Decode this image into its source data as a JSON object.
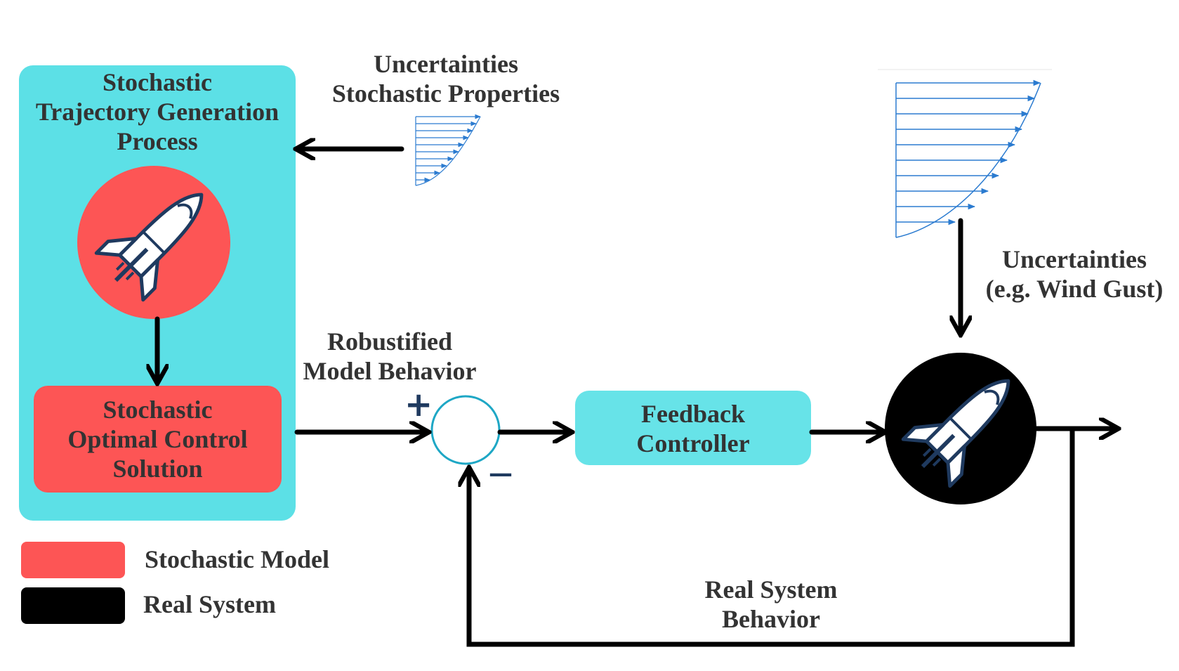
{
  "colors": {
    "cyan_panel": "#5ce0e6",
    "red_model": "#fd5555",
    "black_system": "#000000",
    "feedback_box": "#67e3e8",
    "arrow": "#000000",
    "text": "#333333",
    "wind_arrows": "#2b7bd0",
    "summing_circle": "#1ea7c5"
  },
  "panel": {
    "title_line1": "Stochastic",
    "title_line2": "Trajectory Generation",
    "title_line3": "Process"
  },
  "stochastic_solution": {
    "line1": "Stochastic",
    "line2": "Optimal Control",
    "line3": "Solution"
  },
  "uncertainty_properties": {
    "line1": "Uncertainties",
    "line2": "Stochastic Properties"
  },
  "robustified": {
    "line1": "Robustified",
    "line2": "Model Behavior"
  },
  "summing_junction": {
    "plus": "+",
    "minus": "—"
  },
  "feedback_controller": {
    "line1": "Feedback",
    "line2": "Controller"
  },
  "wind_uncertainty": {
    "line1": "Uncertainties",
    "line2": "(e.g. Wind Gust)"
  },
  "real_behavior": {
    "line1": "Real System",
    "line2": "Behavior"
  },
  "legend": {
    "stochastic_model": "Stochastic Model",
    "real_system": "Real System"
  },
  "icons": [
    "rocket-icon",
    "wind-profile-icon"
  ]
}
